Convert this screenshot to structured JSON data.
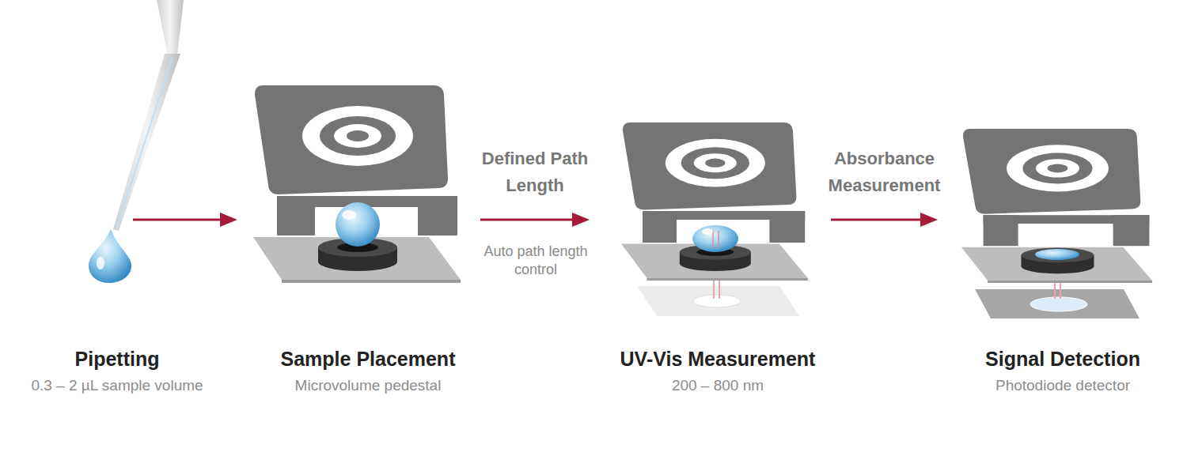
{
  "diagram": {
    "nodes": [
      {
        "text": [
          "Pipetting",
          "0.3 – 2 µL sample volume"
        ]
      },
      {
        "text": [
          "Sample Placement",
          "Microvolume pedestal"
        ]
      },
      {
        "text": [
          "UV-Vis Measurement",
          "200 – 800 nm"
        ]
      },
      {
        "text": [
          "Signal Detection",
          "Photodiode detector"
        ]
      }
    ],
    "edges": [
      {
        "from": 0,
        "to": 1,
        "arrow": "to"
      },
      {
        "from": 1,
        "to": 2,
        "label": "Defined Path Length",
        "arrow": "to"
      },
      {
        "from": 2,
        "to": 3,
        "label": "Absorbance Measurement",
        "arrow": "to"
      }
    ],
    "labels": [
      "Auto path length control"
    ]
  }
}
